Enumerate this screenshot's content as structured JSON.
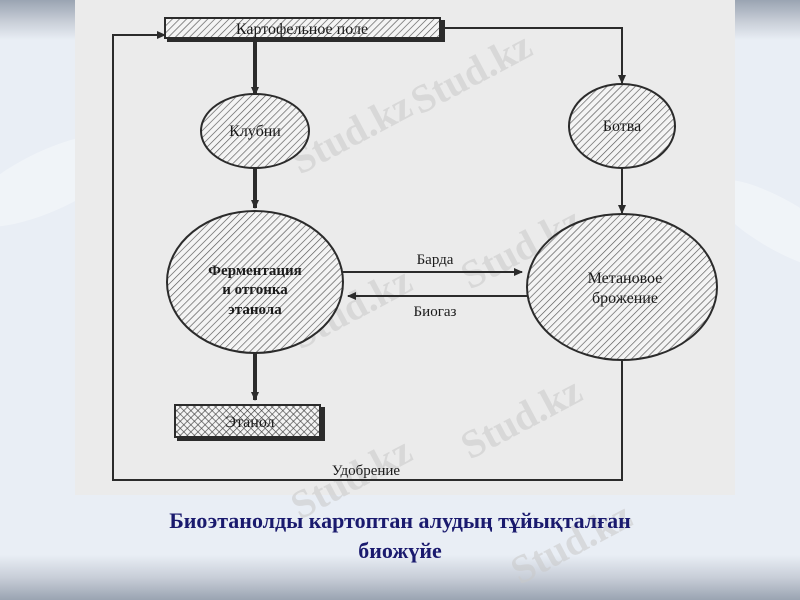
{
  "diagram": {
    "nodes": {
      "field": "Картофельное поле",
      "tubers": "Клубни",
      "tops": "Ботва",
      "fermentation_line1": "Ферментация",
      "fermentation_line2": "и отгонка",
      "fermentation_line3": "этанола",
      "methane_line1": "Метановое",
      "methane_line2": "брожение",
      "ethanol": "Этанол"
    },
    "edges": {
      "barda": "Барда",
      "biogas": "Биогаз",
      "fertilizer": "Удобрение"
    },
    "watermark": "Stud.kz"
  },
  "caption": {
    "line1": "Биоэтанолды картоптан алудың тұйықталған",
    "line2": "биожүйе"
  },
  "colors": {
    "ink": "#2b2b2b",
    "caption": "#1a1a6e",
    "panel": "#ebebeb"
  }
}
